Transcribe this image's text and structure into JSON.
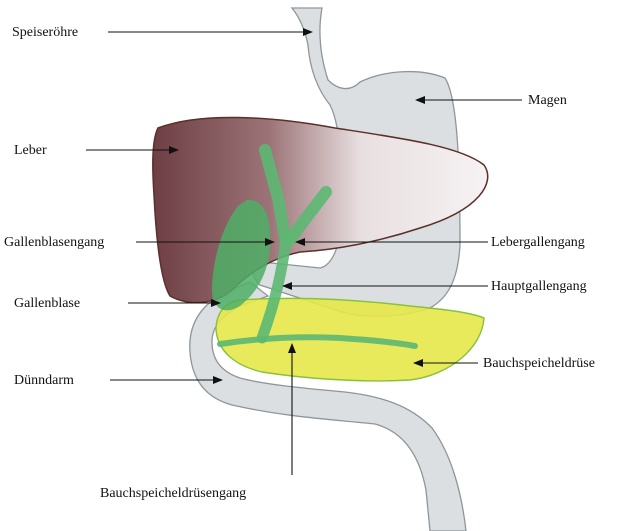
{
  "labels": {
    "speiseroehre": "Speiseröhre",
    "magen": "Magen",
    "leber": "Leber",
    "gallenblasengang": "Gallenblasengang",
    "lebergallengang": "Lebergallengang",
    "hauptgallengang": "Hauptgallengang",
    "gallenblase": "Gallenblase",
    "bauchspeicheldruese": "Bauchspeicheldrüse",
    "duenndarm": "Dünndarm",
    "bauchspeicheldruesengang": "Bauchspeicheldrüsengang"
  },
  "colors": {
    "gut_fill": "#dcdfe1",
    "gut_stroke": "#8e969b",
    "liver_dark": "#6e3f45",
    "liver_light": "#f3eef0",
    "liver_stroke": "#5a3028",
    "gallbladder": "#4fae66",
    "duct": "#5cb872",
    "pancreas_fill": "#e6e84a",
    "pancreas_stroke": "#86c23c",
    "arrow": "#111111"
  }
}
